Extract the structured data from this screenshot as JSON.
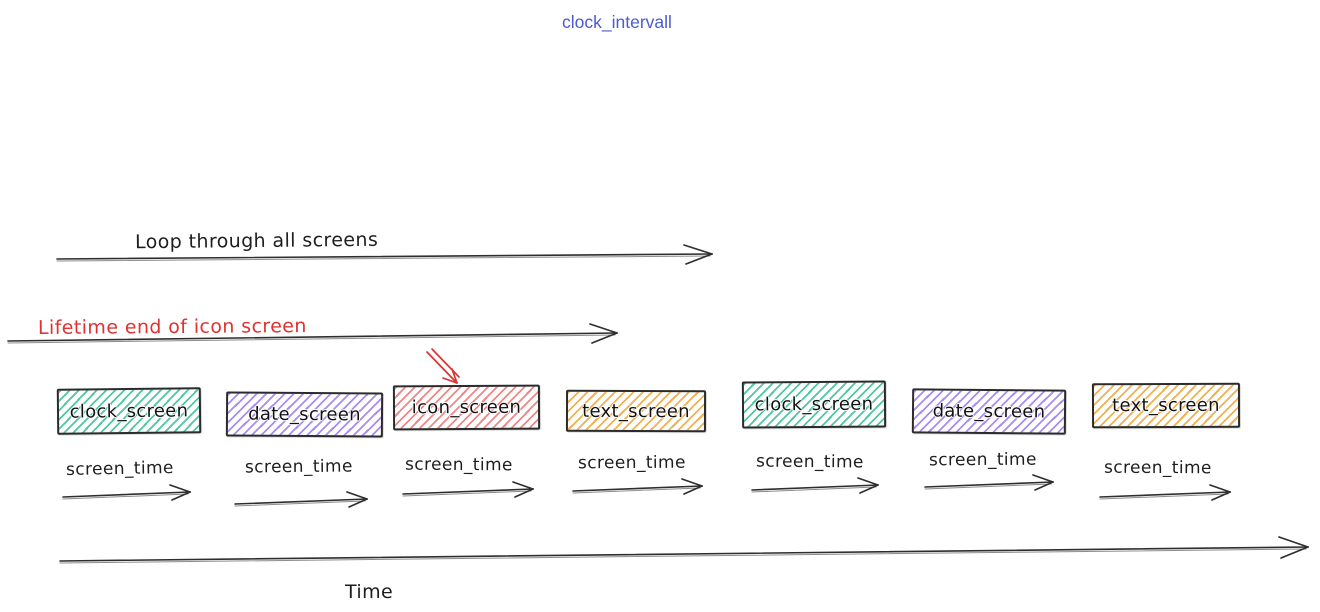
{
  "title": {
    "text": "clock_intervall",
    "color": "#4a5ad4"
  },
  "annotations": {
    "loop": {
      "label": "Loop through all screens",
      "color": "#1e1e1e"
    },
    "lifetime": {
      "label": "Lifetime end of icon screen",
      "color": "#e03131"
    }
  },
  "screens": [
    {
      "label": "clock_screen",
      "fill": "#4fc7a0"
    },
    {
      "label": "date_screen",
      "fill": "#a78df2"
    },
    {
      "label": "icon_screen",
      "fill": "#f08787"
    },
    {
      "label": "text_screen",
      "fill": "#f2b14f"
    },
    {
      "label": "clock_screen",
      "fill": "#4fc7a0"
    },
    {
      "label": "date_screen",
      "fill": "#a78df2"
    },
    {
      "label": "text_screen",
      "fill": "#f2b14f"
    }
  ],
  "interval_label": "screen_time",
  "time_axis": {
    "label": "Time"
  },
  "stroke_color": "#1e1e1e",
  "pointer_color": "#e03131"
}
